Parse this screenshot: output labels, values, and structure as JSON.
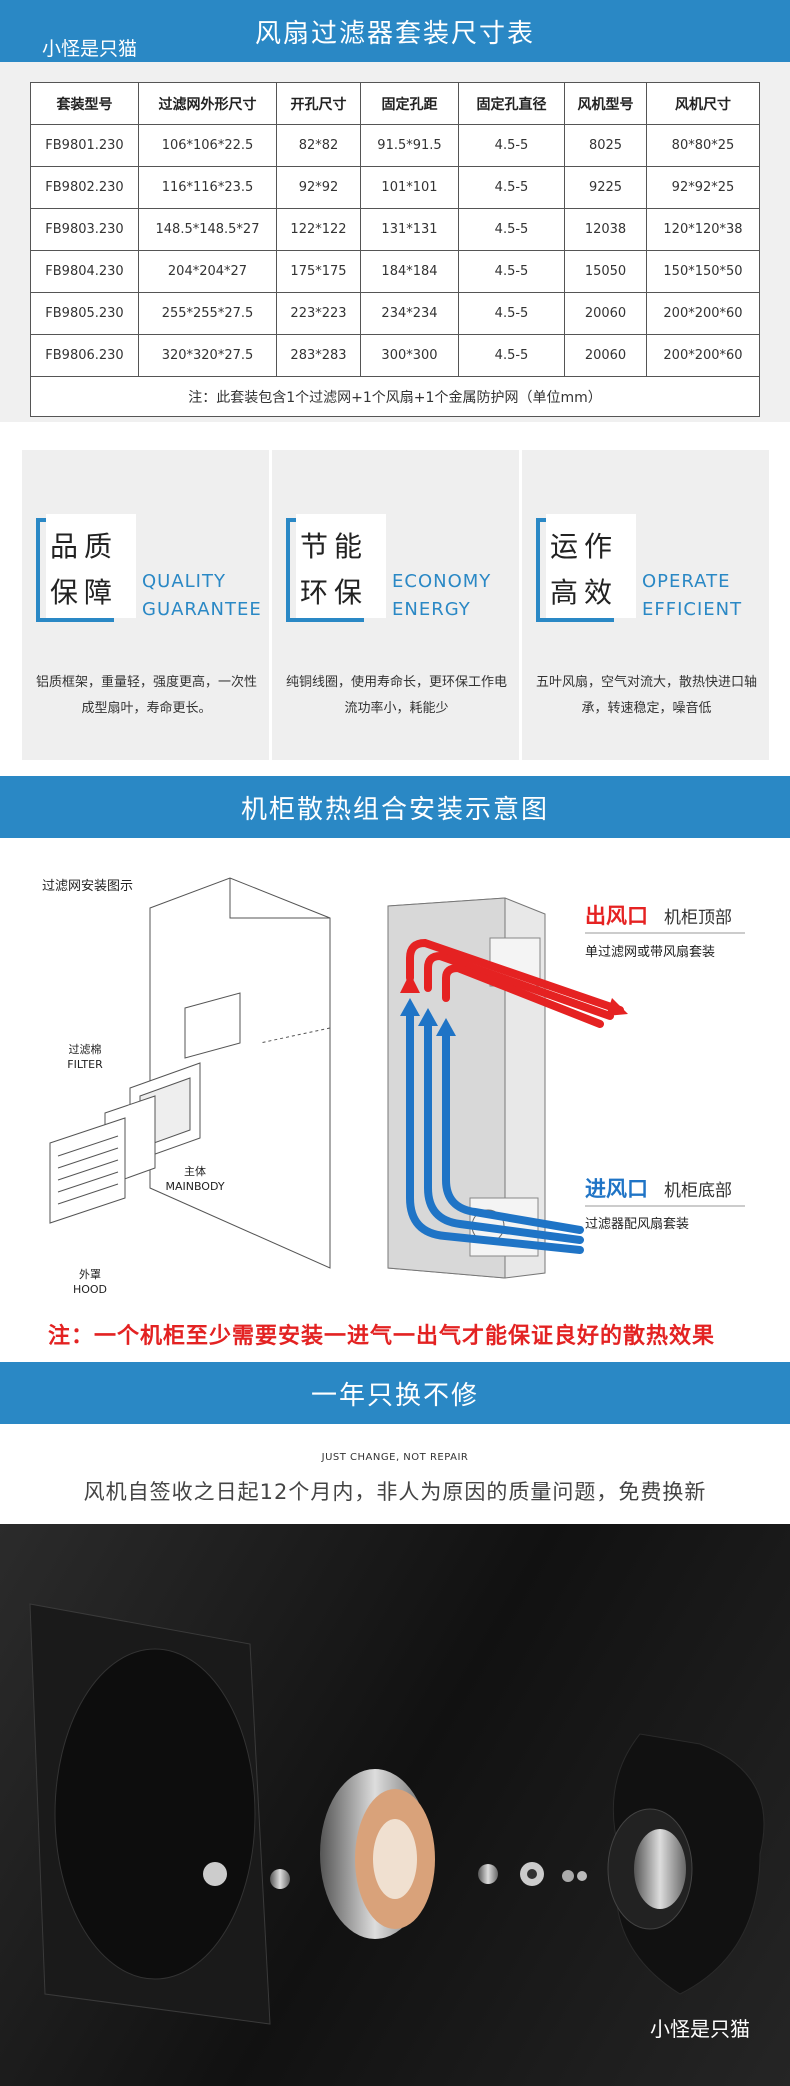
{
  "header": {
    "title": "风扇过滤器套装尺寸表",
    "watermark": "小怪是只猫"
  },
  "size_table": {
    "headers": [
      "套装型号",
      "过滤网外形尺寸",
      "开孔尺寸",
      "固定孔距",
      "固定孔直径",
      "风机型号",
      "风机尺寸"
    ],
    "rows": [
      [
        "FB9801.230",
        "106*106*22.5",
        "82*82",
        "91.5*91.5",
        "4.5-5",
        "8025",
        "80*80*25"
      ],
      [
        "FB9802.230",
        "116*116*23.5",
        "92*92",
        "101*101",
        "4.5-5",
        "9225",
        "92*92*25"
      ],
      [
        "FB9803.230",
        "148.5*148.5*27",
        "122*122",
        "131*131",
        "4.5-5",
        "12038",
        "120*120*38"
      ],
      [
        "FB9804.230",
        "204*204*27",
        "175*175",
        "184*184",
        "4.5-5",
        "15050",
        "150*150*50"
      ],
      [
        "FB9805.230",
        "255*255*27.5",
        "223*223",
        "234*234",
        "4.5-5",
        "20060",
        "200*200*60"
      ],
      [
        "FB9806.230",
        "320*320*27.5",
        "283*283",
        "300*300",
        "4.5-5",
        "20060",
        "200*200*60"
      ]
    ],
    "note": "注：此套装包含1个过滤网+1个风扇+1个金属防护网（单位mm）"
  },
  "features": [
    {
      "cn1": "品质",
      "cn2": "保障",
      "en1": "QUALITY",
      "en2": "GUARANTEE",
      "desc": "铝质框架，重量轻，强度更高，一次性成型扇叶，寿命更长。"
    },
    {
      "cn1": "节能",
      "cn2": "环保",
      "en1": "ECONOMY",
      "en2": "ENERGY",
      "desc": "纯铜线圈，使用寿命长，更环保工作电流功率小，耗能少"
    },
    {
      "cn1": "运作",
      "cn2": "高效",
      "en1": "OPERATE",
      "en2": "EFFICIENT",
      "desc": "五叶风扇，空气对流大，散热快进口轴承，转速稳定，噪音低"
    }
  ],
  "install": {
    "title": "机柜散热组合安装示意图",
    "filter_title": "过滤网安装图示",
    "filter_label_cn": "过滤棉",
    "filter_label_en": "FILTER",
    "body_label_cn": "主体",
    "body_label_en": "MAINBODY",
    "hood_label_cn": "外罩",
    "hood_label_en": "HOOD",
    "outlet_title": "出风口",
    "outlet_pos": "机柜顶部",
    "outlet_sub": "单过滤网或带风扇套装",
    "inlet_title": "进风口",
    "inlet_pos": "机柜底部",
    "inlet_sub": "过滤器配风扇套装",
    "note": "注：一个机柜至少需要安装一进气一出气才能保证良好的散热效果"
  },
  "warranty": {
    "title": "一年只换不修",
    "en": "JUST CHANGE, NOT REPAIR",
    "text": "风机自签收之日起12个月内，非人为原因的质量问题，免费换新",
    "watermark": "小怪是只猫"
  },
  "colors": {
    "accent": "#2a88c5",
    "warn": "#e32222",
    "hot": "#e52222",
    "cold": "#1f74c6"
  }
}
